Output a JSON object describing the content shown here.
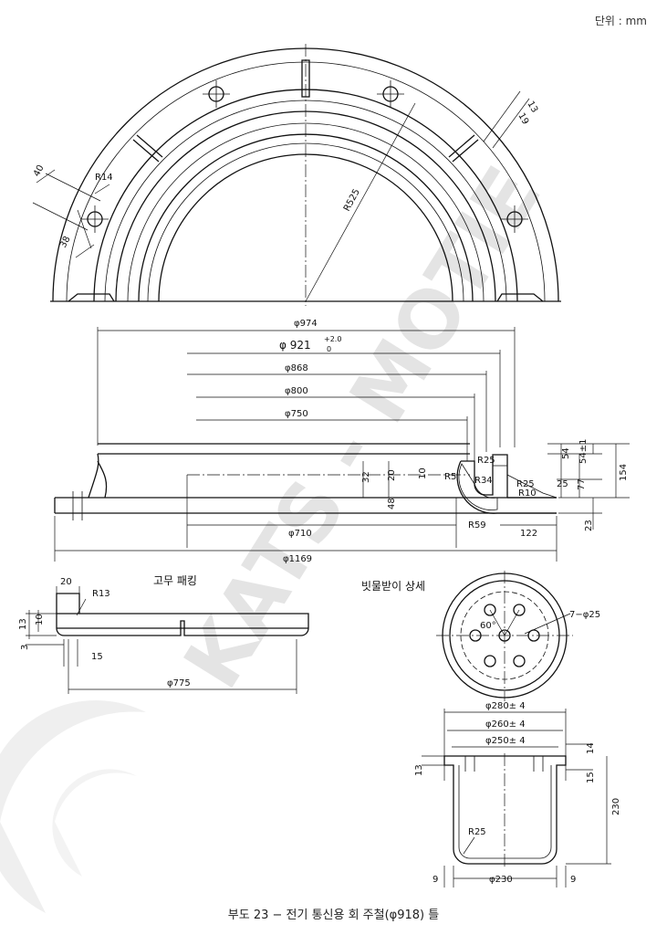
{
  "unit_label": "단위 : mm",
  "caption": "부도 23 − 전기 통신용 회 주철(φ918) 틀",
  "watermark": "KATS - MOTIE",
  "sections": {
    "rubber_packing": "고무 패킹",
    "drain_detail": "빗물받이 상세"
  },
  "top_view": {
    "d_40": "40",
    "d_r14": "R14",
    "d_38": "38",
    "d_r525": "R525",
    "d_13": "13",
    "d_19": "19"
  },
  "section_view": {
    "d_974": "φ974",
    "d_921": "φ 921",
    "d_921_tol_upper": "+2.0",
    "d_921_tol_lower": "0",
    "d_868": "φ868",
    "d_800": "φ800",
    "d_750": "φ750",
    "d_710": "φ710",
    "d_1169": "φ1169",
    "d_54": "54",
    "d_54tol": "54±1",
    "d_154": "154",
    "d_77": "77",
    "d_25": "25",
    "d_23": "23",
    "d_122": "122",
    "d_r25a": "R25",
    "d_r25b": "R25",
    "d_r34": "R34",
    "d_r10": "R10",
    "d_r5": "R5",
    "d_r59": "R59",
    "d_32": "32",
    "d_20": "20",
    "d_10": "10",
    "d_48": "48"
  },
  "packing_view": {
    "d_20": "20",
    "d_r13": "R13",
    "d_13": "13",
    "d_10": "10",
    "d_3": "3",
    "d_15": "15",
    "d_775": "φ775"
  },
  "drain_view": {
    "d_60": "60°",
    "d_holes": "7−φ25",
    "d_280": "φ280± 4",
    "d_260": "φ260± 4",
    "d_250": "φ250± 4",
    "d_13": "13",
    "d_14": "14",
    "d_15": "15",
    "d_230h": "230",
    "d_r25": "R25",
    "d_9a": "9",
    "d_9b": "9",
    "d_230": "φ230"
  }
}
